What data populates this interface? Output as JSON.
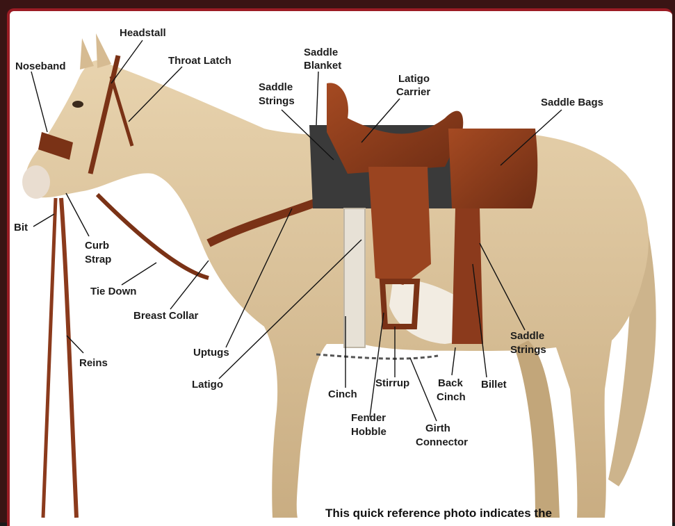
{
  "diagram": {
    "labels": {
      "headstall": "Headstall",
      "noseband": "Noseband",
      "throat_latch": "Throat Latch",
      "saddle_blanket_1": "Saddle",
      "saddle_blanket_2": "Blanket",
      "latigo_carrier_1": "Latigo",
      "latigo_carrier_2": "Carrier",
      "saddle_strings_top_1": "Saddle",
      "saddle_strings_top_2": "Strings",
      "saddle_bags": "Saddle Bags",
      "bit": "Bit",
      "curb_strap_1": "Curb",
      "curb_strap_2": "Strap",
      "tie_down": "Tie Down",
      "breast_collar": "Breast Collar",
      "uptugs": "Uptugs",
      "reins": "Reins",
      "latigo": "Latigo",
      "cinch": "Cinch",
      "stirrup": "Stirrup",
      "fender_hobble_1": "Fender",
      "fender_hobble_2": "Hobble",
      "girth_connector_1": "Girth",
      "girth_connector_2": "Connector",
      "back_cinch_1": "Back",
      "back_cinch_2": "Cinch",
      "billet": "Billet",
      "saddle_strings_right_1": "Saddle",
      "saddle_strings_right_2": "Strings"
    },
    "caption": "This quick reference photo indicates the"
  },
  "colors": {
    "border": "#9b1c24",
    "horse": "#dcc39a",
    "leather": "#8b3a1c"
  }
}
